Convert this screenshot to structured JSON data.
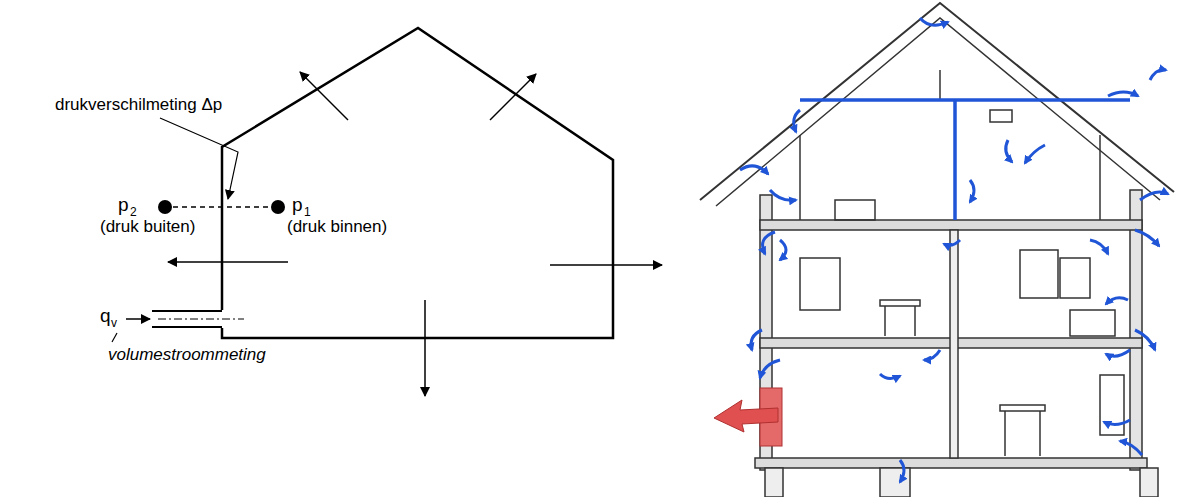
{
  "diagram": {
    "labels": [
      "drukverschilmeting Δp",
      "p",
      "2",
      "(druk buiten)",
      "p",
      "1",
      "(druk binnen)",
      "q",
      "v",
      "volumestroommeting"
    ]
  }
}
